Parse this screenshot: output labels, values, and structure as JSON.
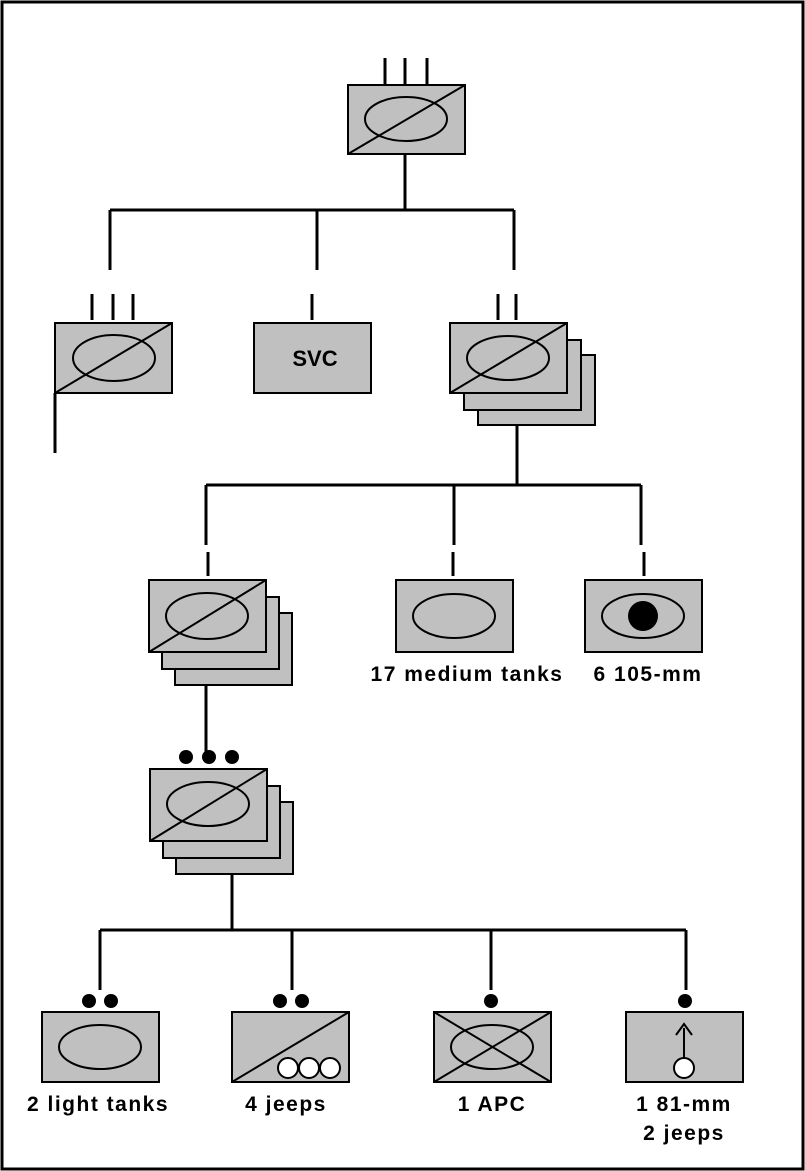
{
  "units": {
    "headquarters_service": {
      "text": "SVC"
    },
    "tank_company": {
      "label": "17 medium tanks"
    },
    "howitzer_unit": {
      "label": "6 105-mm"
    },
    "light_tank_section": {
      "label": "2 light tanks"
    },
    "jeep_section": {
      "label": "4 jeeps"
    },
    "apc_squad": {
      "label": "1 APC"
    },
    "mortar_squad": {
      "label_line1": "1 81-mm",
      "label_line2": "2 jeeps"
    }
  }
}
